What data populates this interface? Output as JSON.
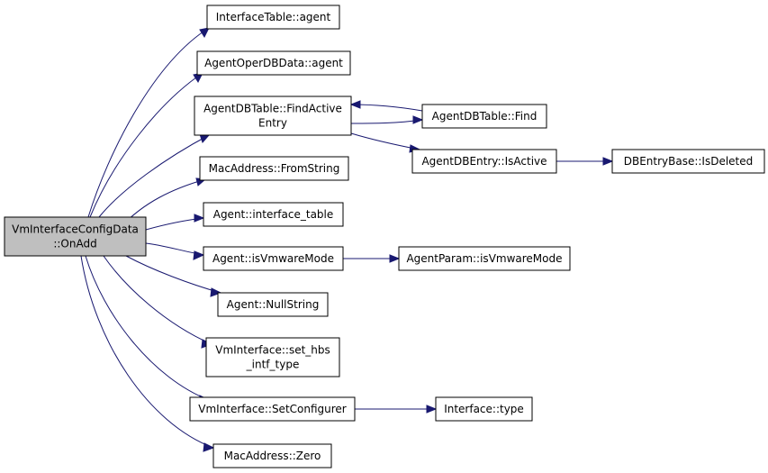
{
  "nodes": {
    "root": [
      "VmInterfaceConfigData",
      "::OnAdd"
    ],
    "interface_table_agent": [
      "InterfaceTable::agent"
    ],
    "agent_oper_db_data_agent": [
      "AgentOperDBData::agent"
    ],
    "agent_db_table_find_active_entry": [
      "AgentDBTable::FindActive",
      "Entry"
    ],
    "agent_db_table_find": [
      "AgentDBTable::Find"
    ],
    "agent_db_entry_is_active": [
      "AgentDBEntry::IsActive"
    ],
    "db_entry_base_is_deleted": [
      "DBEntryBase::IsDeleted"
    ],
    "mac_address_from_string": [
      "MacAddress::FromString"
    ],
    "agent_interface_table": [
      "Agent::interface_table"
    ],
    "agent_is_vmware_mode": [
      "Agent::isVmwareMode"
    ],
    "agent_param_is_vmware_mode": [
      "AgentParam::isVmwareMode"
    ],
    "agent_null_string": [
      "Agent::NullString"
    ],
    "vm_interface_set_hbs_intf_type": [
      "VmInterface::set_hbs",
      "_intf_type"
    ],
    "vm_interface_set_configurer": [
      "VmInterface::SetConfigurer"
    ],
    "interface_type": [
      "Interface::type"
    ],
    "mac_address_zero": [
      "MacAddress::Zero"
    ]
  },
  "edges": [
    [
      "root",
      "interface_table_agent"
    ],
    [
      "root",
      "agent_oper_db_data_agent"
    ],
    [
      "root",
      "agent_db_table_find_active_entry"
    ],
    [
      "root",
      "mac_address_from_string"
    ],
    [
      "root",
      "agent_interface_table"
    ],
    [
      "root",
      "agent_is_vmware_mode"
    ],
    [
      "root",
      "agent_null_string"
    ],
    [
      "root",
      "vm_interface_set_hbs_intf_type"
    ],
    [
      "root",
      "vm_interface_set_configurer"
    ],
    [
      "root",
      "mac_address_zero"
    ],
    [
      "agent_db_table_find_active_entry",
      "agent_db_table_find"
    ],
    [
      "agent_db_table_find",
      "agent_db_table_find_active_entry"
    ],
    [
      "agent_db_table_find_active_entry",
      "agent_db_entry_is_active"
    ],
    [
      "agent_db_entry_is_active",
      "db_entry_base_is_deleted"
    ],
    [
      "agent_is_vmware_mode",
      "agent_param_is_vmware_mode"
    ],
    [
      "vm_interface_set_configurer",
      "interface_type"
    ]
  ]
}
